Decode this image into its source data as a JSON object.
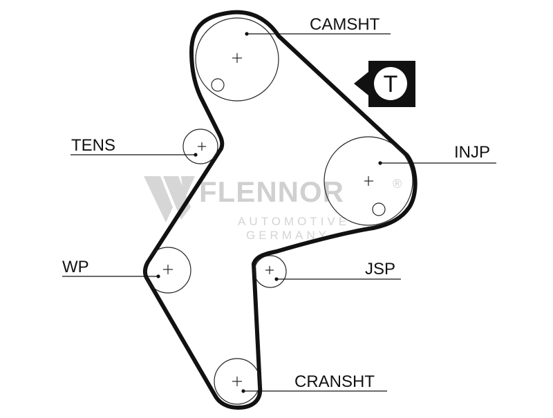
{
  "diagram": {
    "labels": {
      "camshaft": "CAMSHT",
      "tensioner": "TENS",
      "injection_pump": "INJP",
      "water_pump": "WP",
      "jackshaft": "JSP",
      "crankshaft": "CRANSHT"
    },
    "badge_letter": "T",
    "watermark": {
      "brand": "FLENNOR",
      "registered": "®",
      "line1": "AUTOMOTIVE",
      "line2": "GERMANY"
    }
  },
  "colors": {
    "belt": "#111111",
    "pulley": "#222222",
    "badge": "#111111",
    "watermark": "#d0d0d0"
  }
}
